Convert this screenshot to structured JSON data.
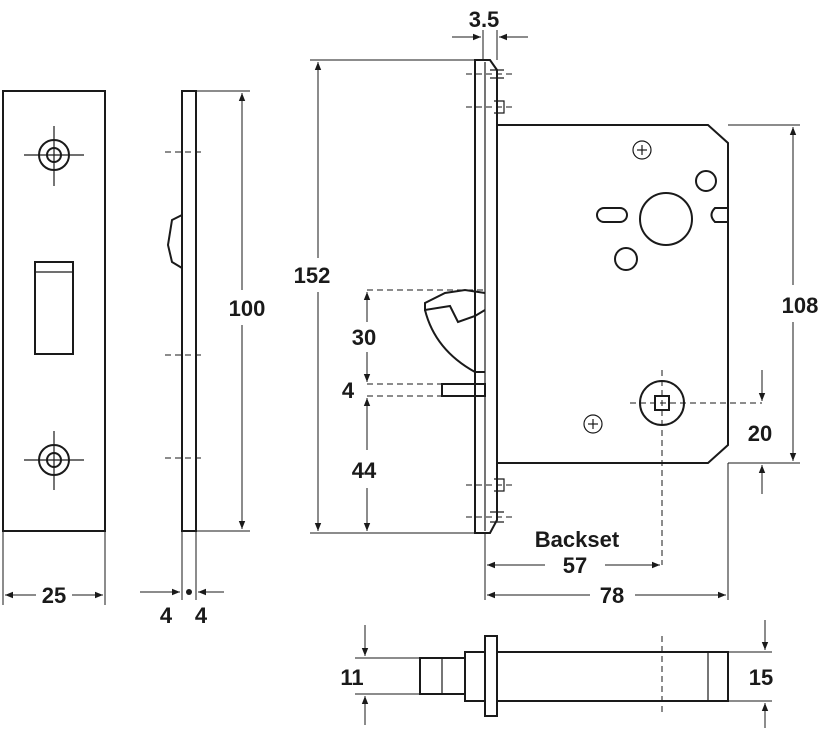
{
  "dimensions": {
    "faceplate_width": "25",
    "faceplate_thickness_left": "4",
    "faceplate_thickness_right": "4",
    "strike_height": "100",
    "plate_thickness": "3.5",
    "overall_height": "152",
    "hook_to_center": "30",
    "hook_gap": "4",
    "center_to_bottom": "44",
    "case_height": "108",
    "spindle_offset": "20",
    "backset_label": "Backset",
    "backset_value": "57",
    "case_depth": "78",
    "spindle_small": "11",
    "spindle_large": "15"
  }
}
